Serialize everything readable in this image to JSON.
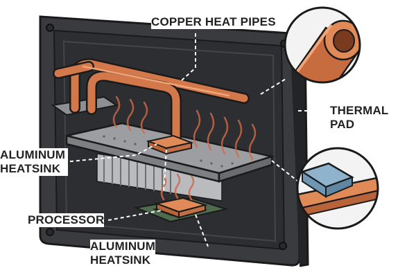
{
  "labels": {
    "copper_heat_pipes": "COPPER HEAT PIPES",
    "thermal_pad_line1": "THERMAL",
    "thermal_pad_line2": "PAD",
    "aluminum_heatsink_top_line1": "ALUMINUM",
    "aluminum_heatsink_top_line2": "HEATSINK",
    "processor": "PROCESSOR",
    "aluminum_heatsink_bottom_line1": "ALUMINUM",
    "aluminum_heatsink_bottom_line2": "HEATSINK"
  },
  "colors": {
    "enclosure": "#3a3b3e",
    "enclosure_inner": "#2d2e31",
    "copper": "#d2784a",
    "heatsink_plate": "#9c9ea2",
    "fins": "#b9bbbf",
    "thermal_pad": "#8fb3cc",
    "pcb": "#4f6b4e",
    "heat_waves": "#d06a48"
  }
}
